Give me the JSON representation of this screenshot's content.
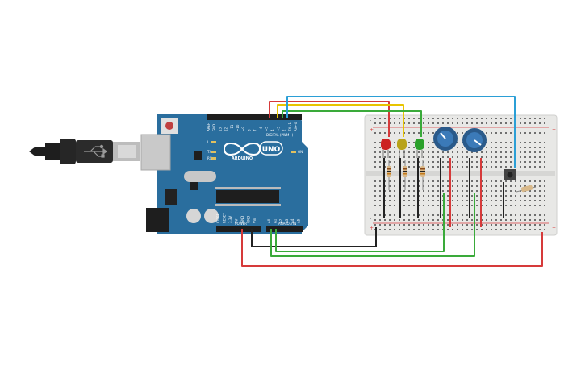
{
  "board": {
    "model": "UNO",
    "brand": "ARDUINO",
    "digital_header": "DIGITAL (PWM~)",
    "power_header": "POWER",
    "analog_header": "ANALOG IN",
    "led_l": "L",
    "led_tx": "TX",
    "led_rx": "RX",
    "led_on": "ON",
    "top_pins": [
      "AREF",
      "GND",
      "13",
      "12",
      "~11",
      "~10",
      "~9",
      "8",
      "7",
      "~6",
      "~5",
      "4",
      "~3",
      "2",
      "TX→1",
      "RX←0"
    ],
    "power_pins": [
      "IOREF",
      "RESET",
      "3.3V",
      "5V",
      "GND",
      "GND",
      "Vin"
    ],
    "analog_pins": [
      "A0",
      "A1",
      "A2",
      "A3",
      "A4",
      "A5"
    ]
  },
  "breadboard": {
    "rail_plus": "+",
    "rail_minus": "-"
  },
  "colors": {
    "board": "#2a6e9e",
    "wire_red": "#d63a3a",
    "wire_yellow": "#e8c400",
    "wire_green": "#3aaa3a",
    "wire_blue": "#2b9fd6",
    "wire_black": "#222222",
    "breadboard": "#e8e8e6"
  }
}
